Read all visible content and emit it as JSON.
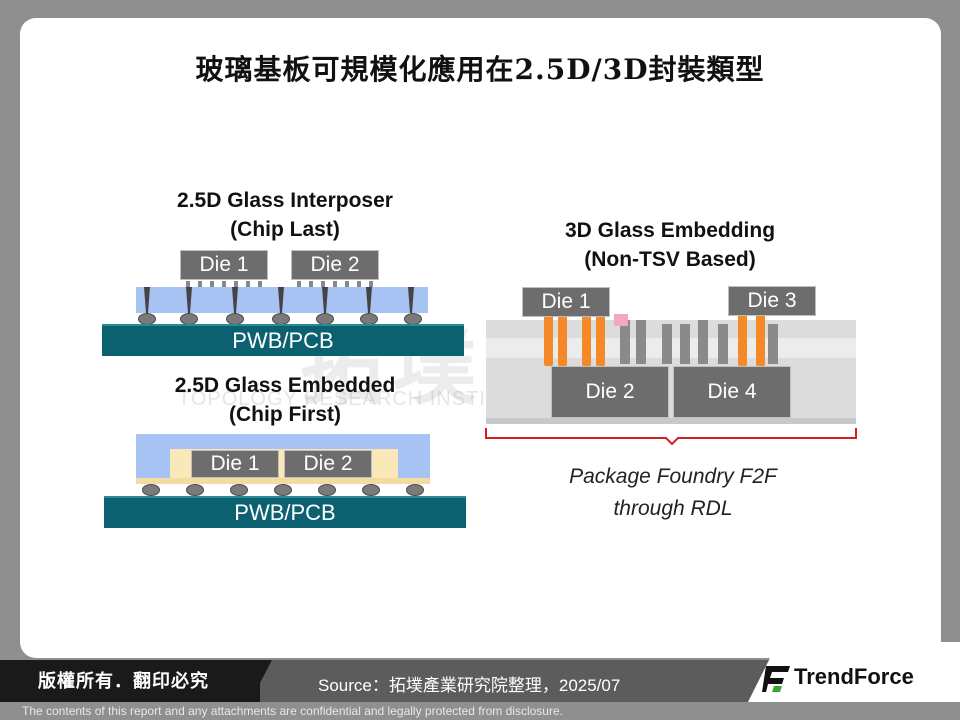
{
  "title": "玻璃基板可規模化應用在2.5D/3D封裝類型",
  "interposer": {
    "label_line1": "2.5D Glass Interposer",
    "label_line2": "(Chip Last)",
    "die1": "Die 1",
    "die2": "Die 2",
    "pcb": "PWB/PCB"
  },
  "embedded": {
    "label_line1": "2.5D Glass Embedded",
    "label_line2": "(Chip First)",
    "die1": "Die 1",
    "die2": "Die 2",
    "pcb": "PWB/PCB"
  },
  "embedding3d": {
    "label_line1": "3D Glass Embedding",
    "label_line2": "(Non-TSV Based)",
    "die1": "Die 1",
    "die2": "Die 2",
    "die3": "Die 3",
    "die4": "Die 4",
    "note_line1": "Package Foundry F2F",
    "note_line2": "through RDL"
  },
  "watermark": {
    "main": "拓墣",
    "sub": "TOPOLOGY RESEARCH INSTITUTE"
  },
  "footer": {
    "rights": "版權所有．翻印必究",
    "source": "Source：拓墣產業研究院整理，2025/07",
    "brand": "TrendForce",
    "disclaimer": "The contents of this report and any attachments are confidential and legally protected from disclosure."
  },
  "colors": {
    "glass": "#a6c3f3",
    "pcb": "#0c6170",
    "die": "#6d6d6d",
    "mold": "#fbe8b8",
    "copper_pillar": "#f5892a",
    "bracket": "#d42020",
    "logo_green": "#3aa535"
  },
  "icons": {
    "logo": "trendforce-logo-icon"
  }
}
